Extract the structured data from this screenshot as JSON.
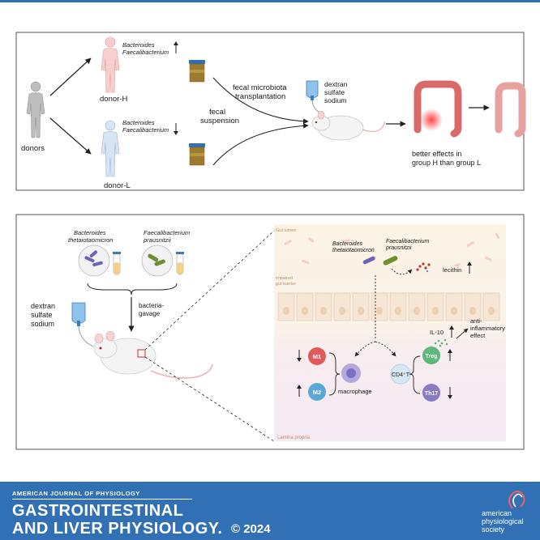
{
  "panel_top": {
    "donors_label": "donors",
    "donor_h_label": "donor-H",
    "donor_l_label": "donor-L",
    "h_bact1": "Bacteroides",
    "h_bact2": "Faecalibacterium",
    "l_bact1": "Bacteroides",
    "l_bact2": "Faecalibacterium",
    "fecal_suspension_1": "fecal",
    "fecal_suspension_2": "suspension",
    "fmt_1": "fecal microbiota",
    "fmt_2": "transplantation",
    "dss_1": "dextran",
    "dss_2": "sulfate",
    "dss_3": "sodium",
    "result_1": "better effects in",
    "result_2": "group H than group L"
  },
  "panel_bottom": {
    "bt_1": "Bacteroides",
    "bt_2": "thetaiotaomicron",
    "fp_1": "Faecalibacterium",
    "fp_2": "prausnitzii",
    "gavage_1": "bacteria-",
    "gavage_2": "gavage",
    "dss_1": "dextran",
    "dss_2": "sulfate",
    "dss_3": "sodium",
    "gut_lumen": "Gut lumen",
    "impaired_1": "impaired",
    "impaired_2": "gut barrier",
    "lamina_propria": "Lamina propria",
    "bt_in_1": "Bacteroides",
    "bt_in_2": "thetaiotaomicron",
    "fp_in_1": "Faecalibacterium",
    "fp_in_2": "prausnitzii",
    "lecithin": "lecithin",
    "il10": "IL-10",
    "anti_1": "anti-",
    "anti_2": "inflammatory",
    "anti_3": "effect",
    "m1": "M1",
    "m2": "M2",
    "macrophage": "macrophage",
    "cd4": "CD4⁺T",
    "treg": "Treg",
    "th17": "Th17"
  },
  "footer": {
    "journal_top": "AMERICAN JOURNAL OF PHYSIOLOGY",
    "journal_line1": "GASTROINTESTINAL",
    "journal_line2": "AND LIVER PHYSIOLOGY.",
    "year": "© 2024",
    "society_1": "american",
    "society_2": "physiological",
    "society_3": "society"
  },
  "colors": {
    "brand_blue": "#3170b5",
    "panel_border": "#444444",
    "text_dark": "#1a1a1a",
    "m1_red": "#e05a5a",
    "m2_blue": "#5aa8d8",
    "treg_green": "#5db87a",
    "th17_purple": "#8b7bc4",
    "lumen_bg": "#fbf3e6"
  },
  "icons": [
    "person-icon",
    "fecal-jar-icon",
    "mouse-icon",
    "iv-bag-icon",
    "colon-icon",
    "test-tube-icon",
    "bacteria-icon",
    "cell-icon"
  ]
}
